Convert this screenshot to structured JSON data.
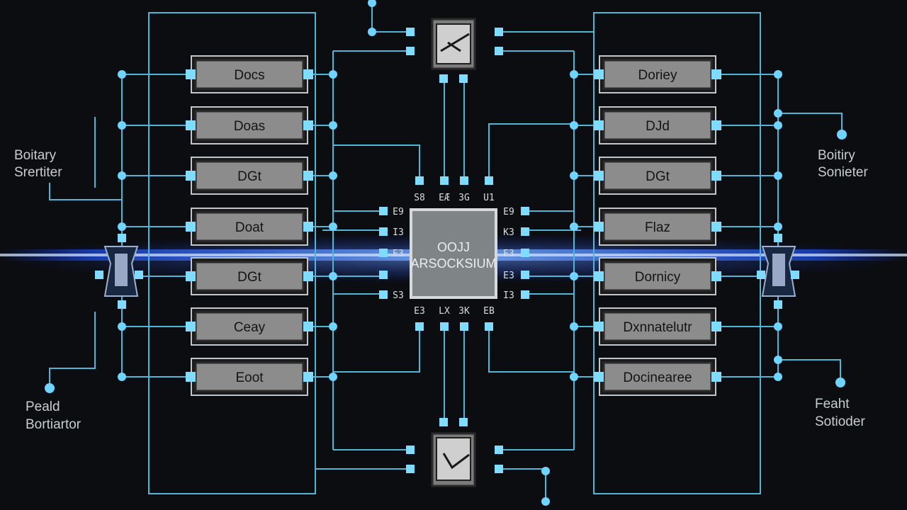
{
  "left_modules": [
    {
      "label": "Docs"
    },
    {
      "label": "Doas"
    },
    {
      "label": "DGt"
    },
    {
      "label": "Doat"
    },
    {
      "label": "DGt"
    },
    {
      "label": "Ceay"
    },
    {
      "label": "Eoot"
    }
  ],
  "right_modules": [
    {
      "label": "Doriey"
    },
    {
      "label": "DJd"
    },
    {
      "label": "DGt"
    },
    {
      "label": "Flaz"
    },
    {
      "label": "Dornicy"
    },
    {
      "label": "Dxnnatelutr"
    },
    {
      "label": "Docinearee"
    }
  ],
  "left_labels": {
    "top": [
      "Boitary",
      "Srertiter"
    ],
    "bottom": [
      "Peald",
      "Bortiartor"
    ]
  },
  "right_labels": {
    "top": [
      "Boitiry",
      "Sonieter"
    ],
    "bottom": [
      "Feaht",
      "Sotioder"
    ]
  },
  "mcu": {
    "line1": "OOJJ",
    "line2": "ARSOCKSIUM",
    "top_pins": [
      "S8",
      "EÆ",
      "3G",
      "U1"
    ],
    "bottom_pins": [
      "E3",
      "LX",
      "3K",
      "EB"
    ],
    "left_pins": [
      "E9",
      "I3",
      "E3",
      "",
      "S3"
    ],
    "right_pins": [
      "E9",
      "K3",
      "E3",
      "E3",
      "I3"
    ]
  },
  "colors": {
    "wire": "#4fb6d8",
    "glow": "#2f6bff",
    "background": "#0b0d10"
  }
}
